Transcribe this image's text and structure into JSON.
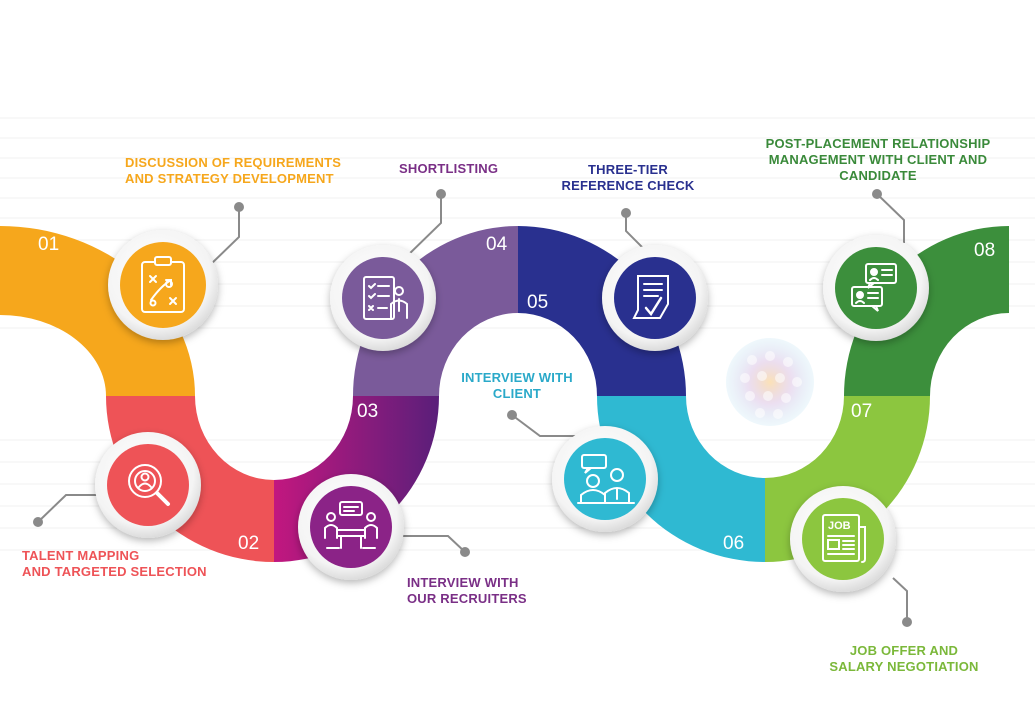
{
  "steps": [
    {
      "num": "01",
      "line1": "DISCUSSION OF REQUIREMENTS",
      "line2": "AND STRATEGY DEVELOPMENT",
      "color": "#f6a71c",
      "icon": "strategy-clipboard-icon"
    },
    {
      "num": "02",
      "line1": "TALENT MAPPING",
      "line2": "AND TARGETED SELECTION",
      "color": "#ee5357",
      "icon": "talent-search-icon"
    },
    {
      "num": "03",
      "line1": "INTERVIEW WITH",
      "line2": "OUR RECRUITERS",
      "color": "#8b2387",
      "icon": "recruiter-interview-icon"
    },
    {
      "num": "04",
      "line1": "SHORTLISTING",
      "line2": "",
      "color": "#7a5a9a",
      "icon": "shortlist-checklist-icon"
    },
    {
      "num": "05",
      "line1": "THREE-TIER",
      "line2": "REFERENCE CHECK",
      "color": "#29308f",
      "icon": "reference-check-document-icon"
    },
    {
      "num": "06",
      "line1": "INTERVIEW WITH",
      "line2": "CLIENT",
      "color": "#2fb9d2",
      "icon": "client-interview-icon"
    },
    {
      "num": "07",
      "line1": "JOB OFFER AND",
      "line2": "SALARY NEGOTIATION",
      "color": "#8cc63f",
      "icon": "job-offer-newspaper-icon"
    },
    {
      "num": "08",
      "line1": "POST-PLACEMENT RELATIONSHIP",
      "line2": "MANAGEMENT WITH CLIENT AND",
      "line3": "CANDIDATE",
      "color": "#3c8f3c",
      "icon": "relationship-cards-icon"
    }
  ],
  "colors": {
    "connector": "#8a8a8a",
    "label_purple": "#7a2f86",
    "label_teal": "#2aa9c9",
    "label_green": "#3a8a3a",
    "label_lime": "#7bb83a"
  }
}
